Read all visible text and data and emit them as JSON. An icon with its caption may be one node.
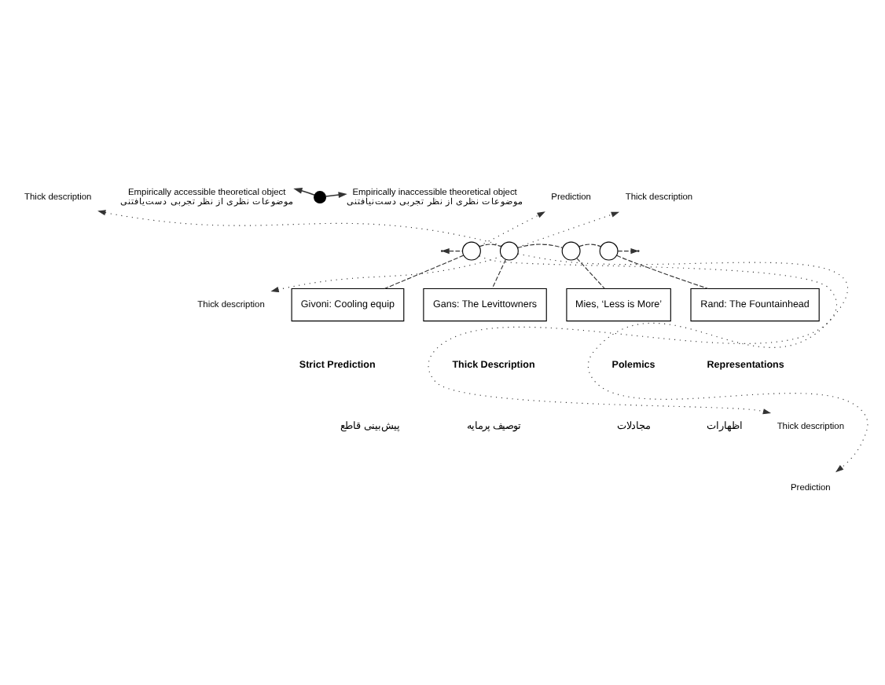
{
  "diagram": {
    "nodes": [
      {
        "text": [
          "Empirically accessible theoretical object",
          "موضوعات نظری از نظر تجربی دست‌یافتنی"
        ]
      },
      {
        "text": [],
        "shape": "circle"
      },
      {
        "text": [
          "Empirically inaccessible theoretical object",
          "موضوعات نظری از نظر تجربی دست‌نیافتنی"
        ]
      },
      {
        "text": [],
        "shape": "circle"
      },
      {
        "text": [],
        "shape": "circle"
      },
      {
        "text": [],
        "shape": "circle"
      },
      {
        "text": [],
        "shape": "circle"
      },
      {
        "text": [
          "Givoni: Cooling equip"
        ]
      },
      {
        "text": [
          "Gans: The Levittowners"
        ]
      },
      {
        "text": [
          "Mies, ‘Less is More’"
        ]
      },
      {
        "text": [
          "Rand: The Fountainhead"
        ]
      },
      {
        "text": [
          "Prediction"
        ]
      },
      {
        "text": [
          "Thick description"
        ]
      },
      {
        "text": [
          "Thick description"
        ]
      },
      {
        "text": [
          "Thick description"
        ]
      },
      {
        "text": [
          "Thick description"
        ]
      },
      {
        "text": [
          "Prediction"
        ]
      }
    ],
    "edges": [
      {
        "from": 1,
        "to": 0,
        "arrow": "to"
      },
      {
        "from": 1,
        "to": 2,
        "arrow": "to"
      },
      {
        "from": 3,
        "to": null,
        "arrow": "to",
        "style": "dashed"
      },
      {
        "from": 3,
        "to": 4,
        "arrow": "none",
        "style": "dashed"
      },
      {
        "from": 4,
        "to": 5,
        "arrow": "none",
        "style": "dashed"
      },
      {
        "from": 5,
        "to": 6,
        "arrow": "none",
        "style": "dashed"
      },
      {
        "from": 6,
        "to": null,
        "arrow": "to",
        "style": "dashed"
      },
      {
        "from": 3,
        "to": 7,
        "arrow": "none",
        "style": "dashed"
      },
      {
        "from": 4,
        "to": 8,
        "arrow": "none",
        "style": "dashed"
      },
      {
        "from": 5,
        "to": 9,
        "arrow": "none",
        "style": "dashed"
      },
      {
        "from": 6,
        "to": 10,
        "arrow": "none",
        "style": "dashed"
      },
      {
        "from": 3,
        "to": 11,
        "arrow": "to",
        "style": "dashed"
      },
      {
        "from": 3,
        "to": 16,
        "arrow": "to",
        "style": "dashed"
      },
      {
        "from": 4,
        "to": 13,
        "arrow": "to",
        "style": "dashed"
      },
      {
        "from": 4,
        "to": 15,
        "arrow": "to",
        "style": "dashed"
      },
      {
        "from": 4,
        "to": 14,
        "arrow": "to",
        "style": "dashed"
      },
      {
        "from": 4,
        "to": 12,
        "arrow": "to",
        "style": "dashed"
      }
    ],
    "labels": [
      "Strict Prediction",
      "پیش‌بینی قاطع",
      "Thick Description",
      "توصیف پرمایه",
      "Polemics",
      "مجادلات",
      "Representations",
      "اظهارات"
    ]
  }
}
